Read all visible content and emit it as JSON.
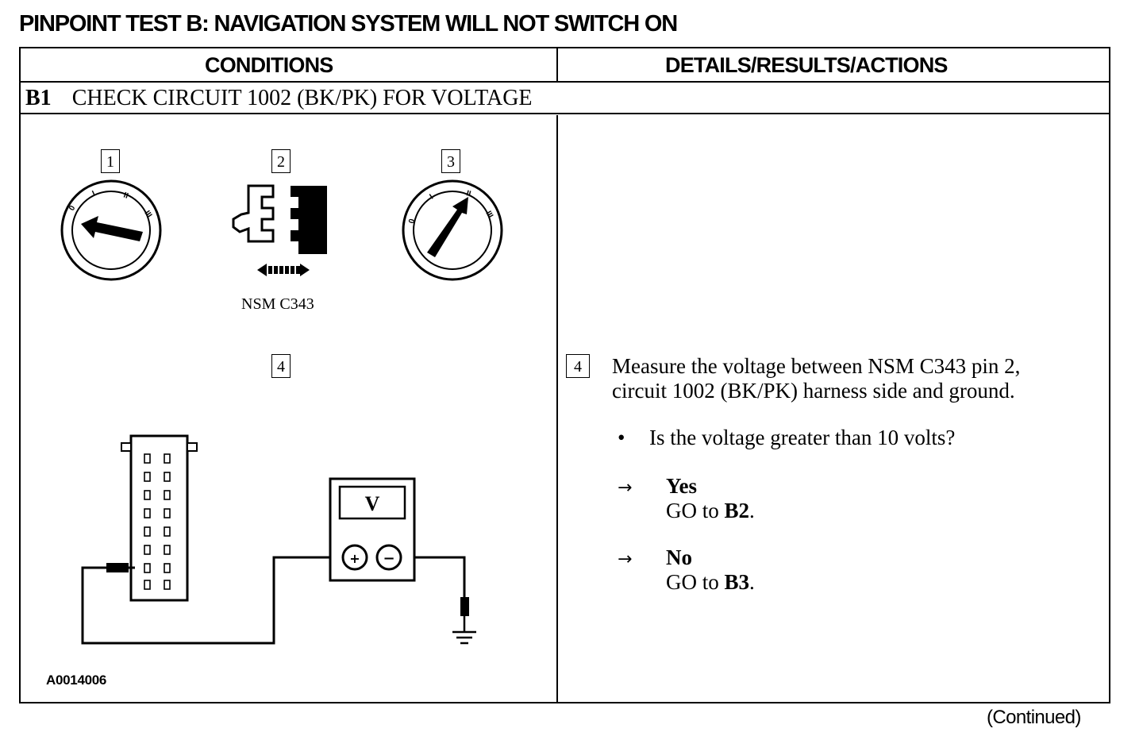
{
  "title": "PINPOINT TEST B:  NAVIGATION SYSTEM WILL NOT SWITCH ON",
  "table": {
    "col_left": "CONDITIONS",
    "col_right": "DETAILS/RESULTS/ACTIONS"
  },
  "step": {
    "code": "B1",
    "title": "CHECK CIRCUIT 1002 (BK/PK) FOR VOLTAGE"
  },
  "figure": {
    "callouts": [
      "1",
      "2",
      "3",
      "4"
    ],
    "connector_label": "NSM C343",
    "meter_symbol": "V",
    "plus_symbol": "+",
    "minus_symbol": "−",
    "key1_positions": [
      "0",
      "I",
      "II",
      "III"
    ],
    "key3_positions": [
      "0",
      "I",
      "II",
      "III"
    ],
    "figure_id": "A0014006"
  },
  "details": {
    "step_number": "4",
    "instruction_line1": "Measure the voltage between NSM C343 pin 2,",
    "instruction_line2": "circuit 1002 (BK/PK) harness side and ground.",
    "bullet_symbol": "•",
    "question": "Is the voltage greater than 10 volts?",
    "arrow_symbol": "→",
    "answers": [
      {
        "label": "Yes",
        "action_prefix": "GO to ",
        "action_target": "B2",
        "action_suffix": "."
      },
      {
        "label": "No",
        "action_prefix": "GO to ",
        "action_target": "B3",
        "action_suffix": "."
      }
    ]
  },
  "footer": {
    "continued": "(Continued)"
  }
}
